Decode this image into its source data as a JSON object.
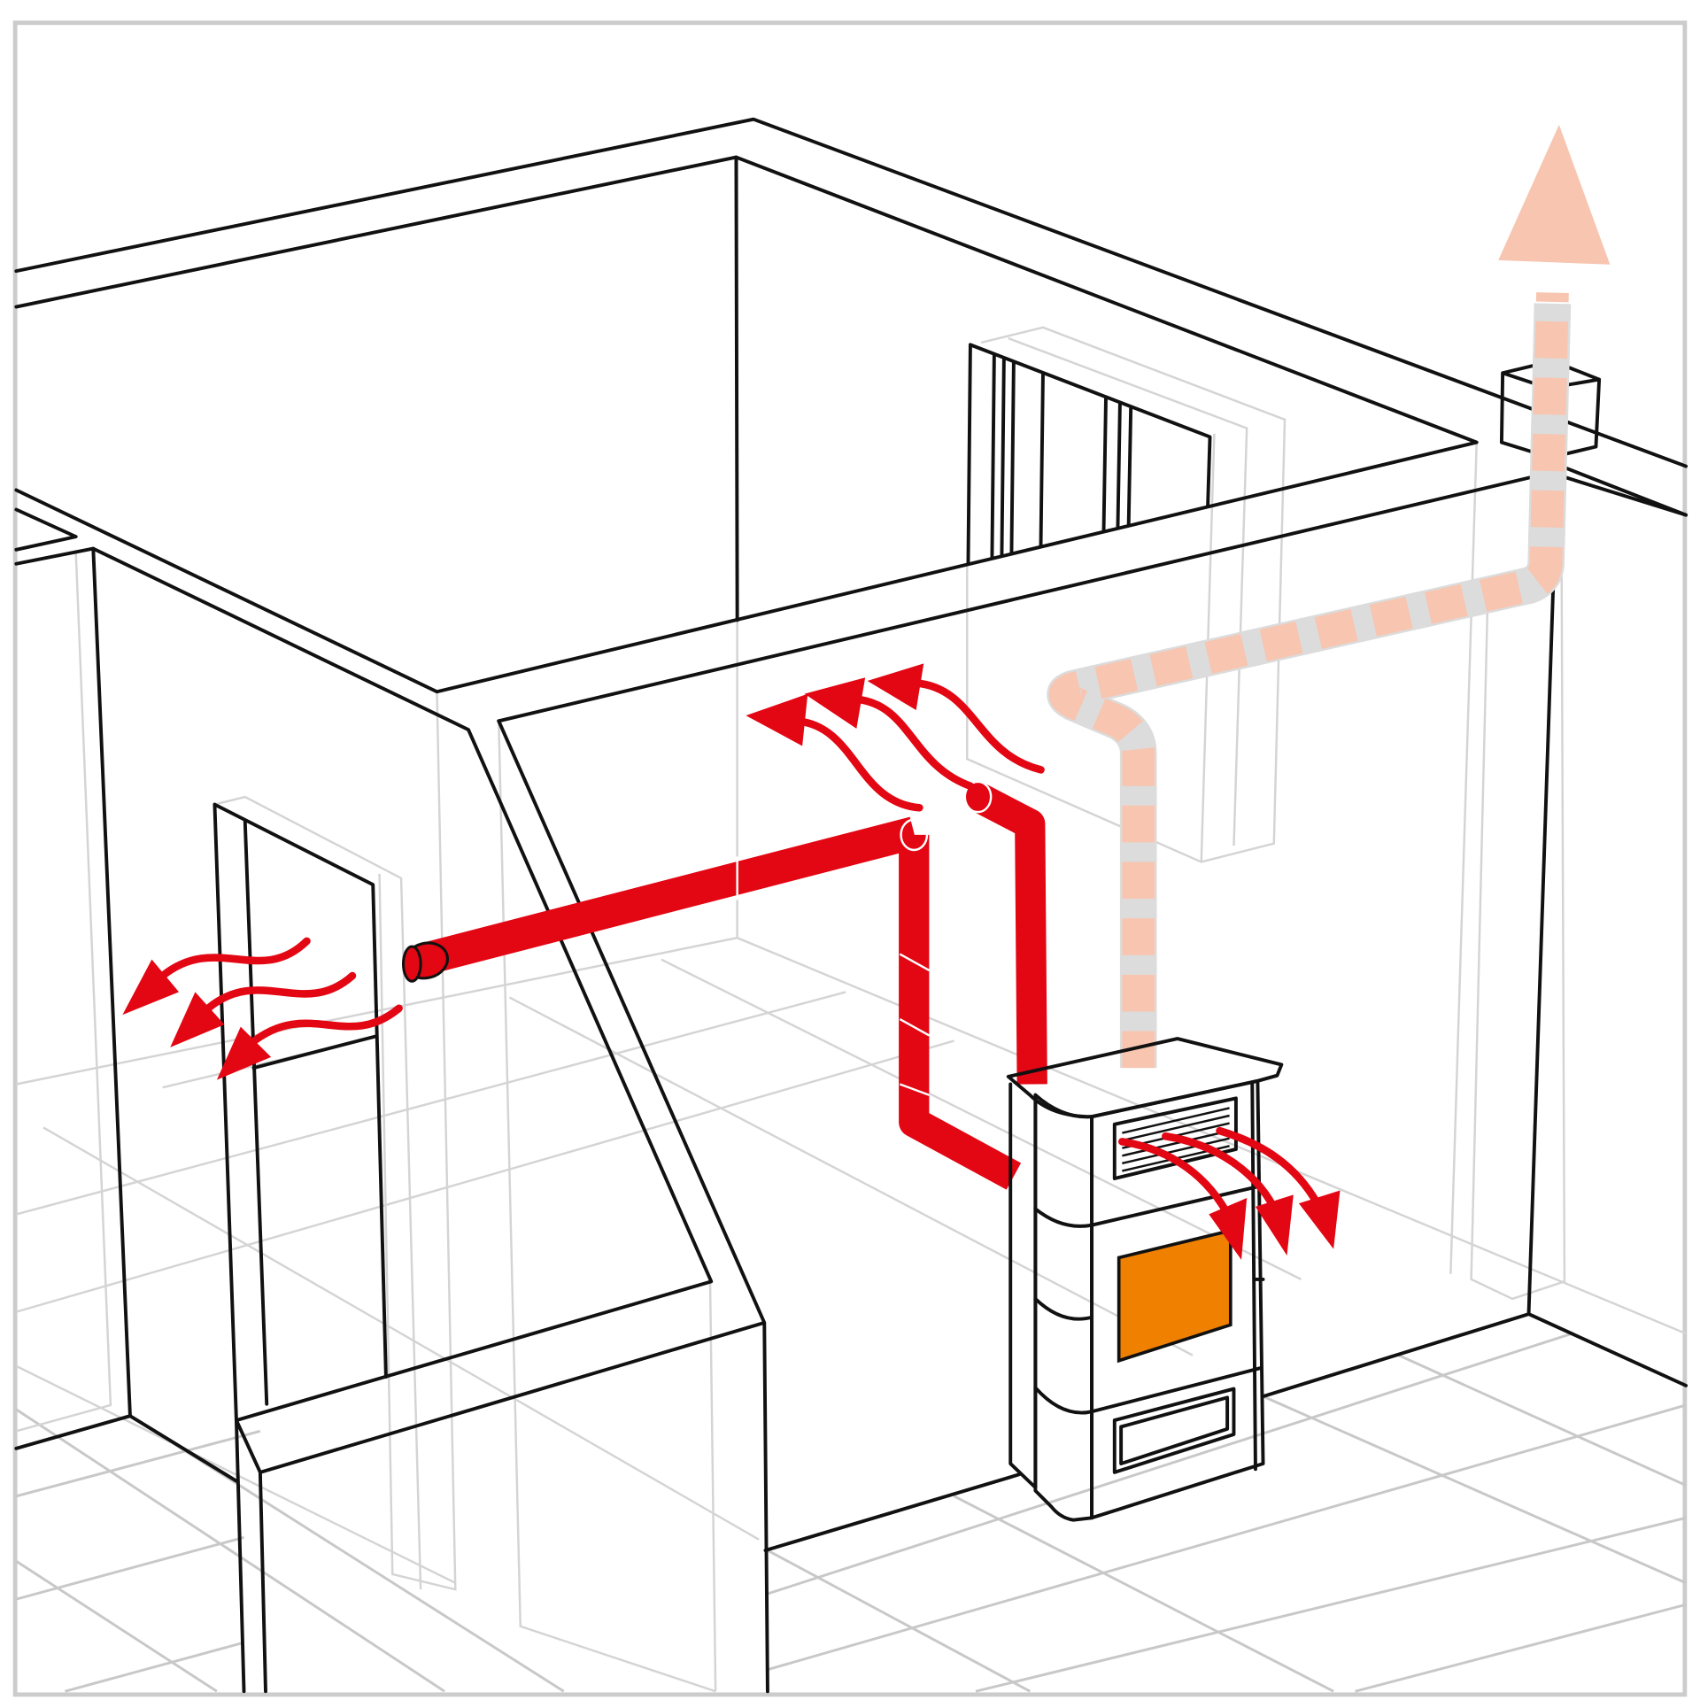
{
  "diagram": {
    "subject": "pellet-stove-ducted-hot-air-distribution",
    "colors": {
      "outline": "#111111",
      "hidden_lines": "#d4d4d4",
      "hot_air": "#e30613",
      "exhaust_flue": "#f7c5b0",
      "fire_window": "#f08000",
      "frame": "#cccccc"
    },
    "icons": [
      "hot-air-duct",
      "hot-air-arrow",
      "exhaust-arrow",
      "pellet-stove",
      "chimney-terminal"
    ]
  }
}
